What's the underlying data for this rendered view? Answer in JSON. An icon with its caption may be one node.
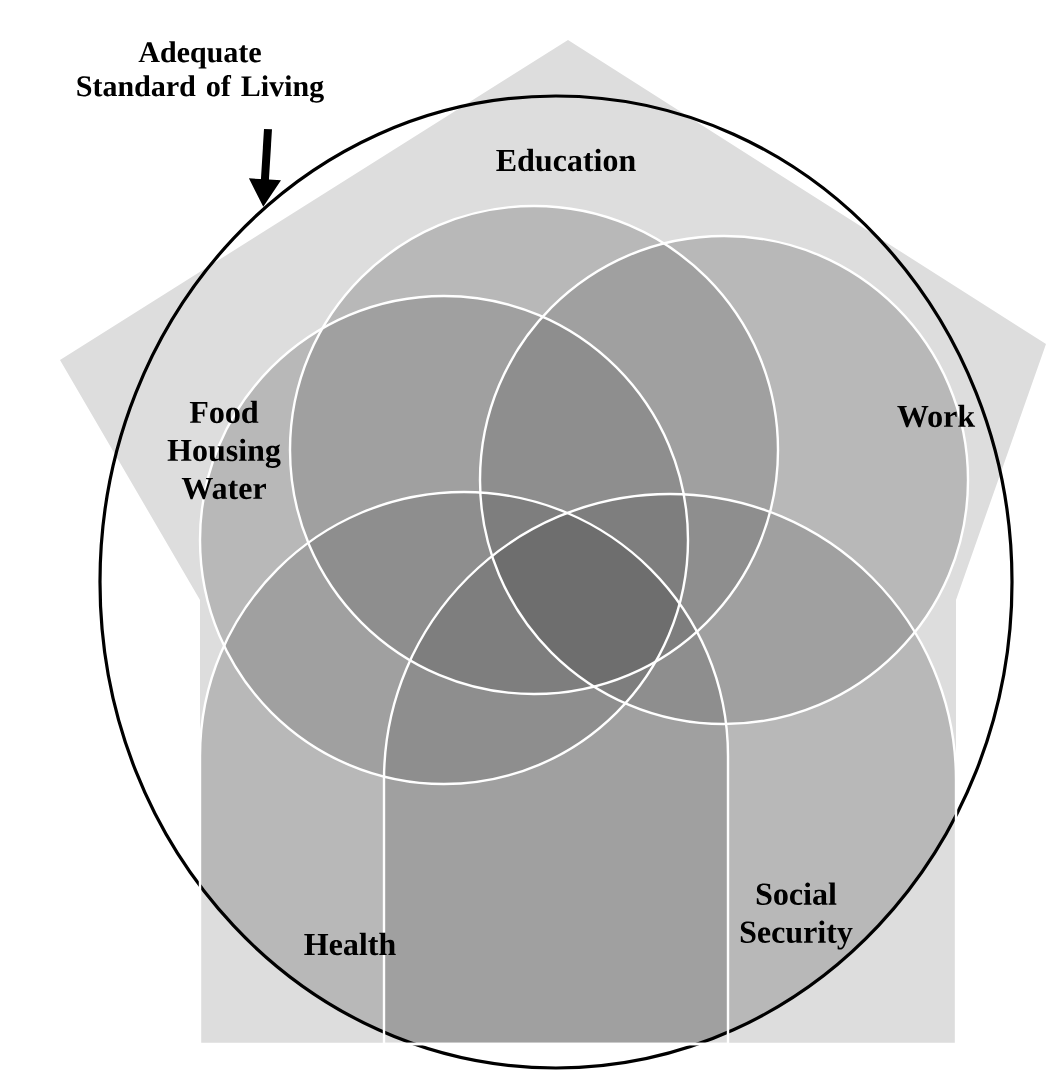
{
  "diagram": {
    "nodes": [
      {
        "text": [
          "Adequate Standard of Living"
        ]
      },
      {
        "text": [],
        "shape": "circle"
      },
      {
        "text": [
          "Education"
        ],
        "in": 1
      },
      {
        "text": [
          "Work"
        ],
        "in": 1
      },
      {
        "text": [
          "Social Security"
        ],
        "in": 1
      },
      {
        "text": [
          "Health"
        ],
        "in": 1
      },
      {
        "text": [
          "Food Housing Water"
        ],
        "in": 1
      }
    ],
    "edges": [
      {
        "from": 0,
        "to": 1,
        "arrow": "to"
      }
    ]
  }
}
